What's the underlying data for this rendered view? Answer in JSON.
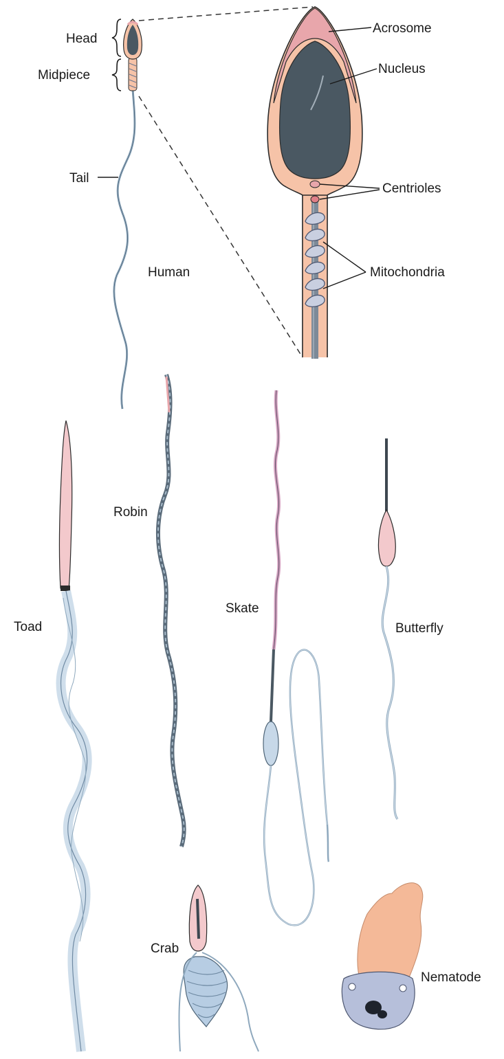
{
  "human": {
    "labels": {
      "head": "Head",
      "midpiece": "Midpiece",
      "tail": "Tail",
      "species": "Human"
    },
    "detail_labels": {
      "acrosome": "Acrosome",
      "nucleus": "Nucleus",
      "centrioles": "Centrioles",
      "mitochondria": "Mitochondria"
    }
  },
  "species": {
    "toad": "Toad",
    "robin": "Robin",
    "skate": "Skate",
    "butterfly": "Butterfly",
    "crab": "Crab",
    "nematode": "Nematode"
  },
  "colors": {
    "acrosome": "#e8a6ab",
    "cytoplasm": "#f6c3a8",
    "nucleus": "#4a5862",
    "tail": "#8ea8bd",
    "tail_light": "#c7d8e8",
    "mitochondria": "#c9cfe0",
    "outline": "#2b2b2b"
  }
}
